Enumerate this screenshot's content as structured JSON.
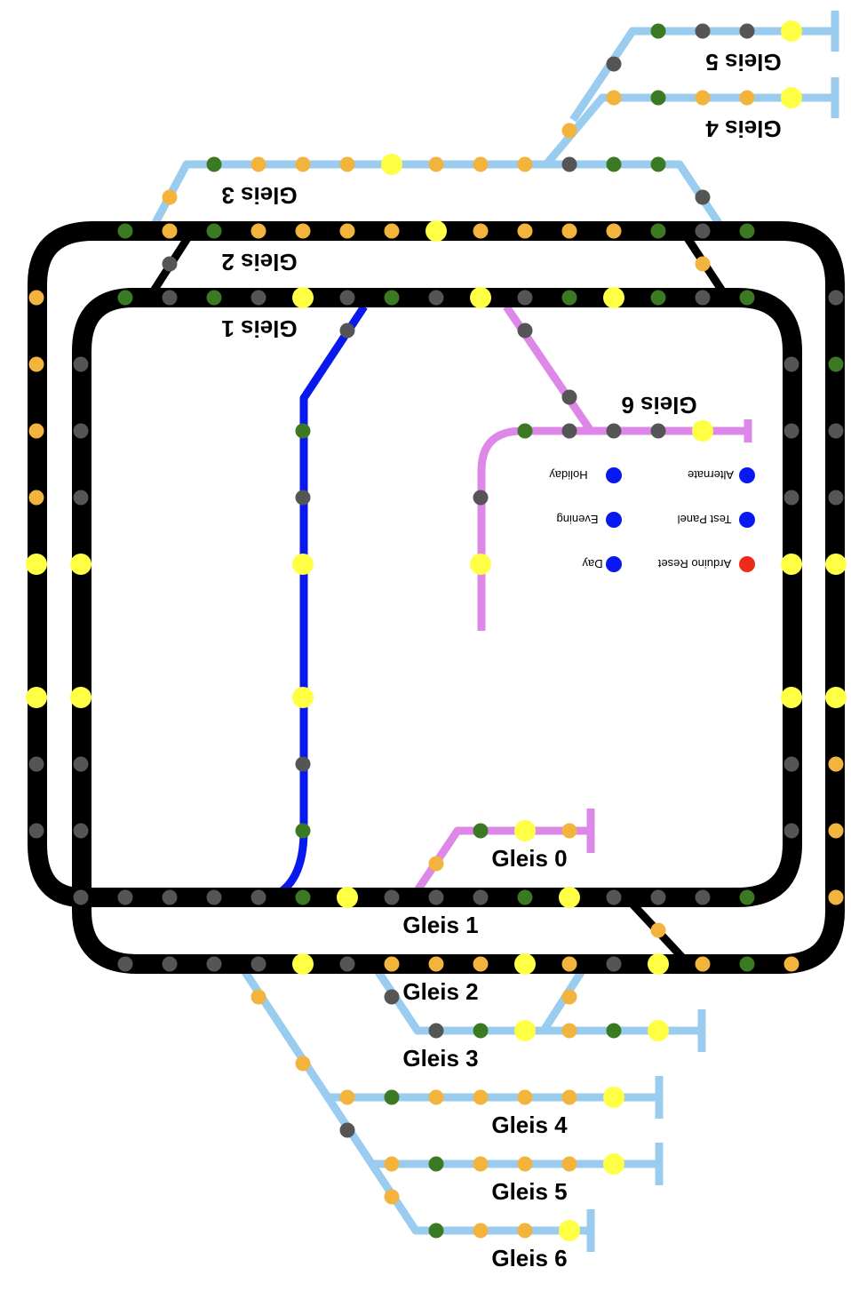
{
  "colors": {
    "mainline": "#000000",
    "siding_light_blue": "#99CCEE",
    "branch_blue": "#0A18F0",
    "branch_violet": "#DD88E8",
    "led_green": "#3B7A22",
    "led_grey": "#555555",
    "led_orange": "#F2B43C",
    "led_yellow": "#FFFF44",
    "button_blue": "#0A18F0",
    "button_red": "#EE2A1A"
  },
  "labels": {
    "bottom_gleis_0": "Gleis 0",
    "bottom_gleis_1": "Gleis 1",
    "bottom_gleis_2": "Gleis 2",
    "bottom_gleis_3": "Gleis 3",
    "bottom_gleis_4": "Gleis 4",
    "bottom_gleis_5": "Gleis 5",
    "bottom_gleis_6": "Gleis 6",
    "top_gleis_1": "Gleis 1",
    "top_gleis_2": "Gleis 2",
    "top_gleis_3": "Gleis 3",
    "top_gleis_4": "Gleis 4",
    "top_gleis_5": "Gleis 5",
    "top_gleis_6": "Gleis 6"
  },
  "buttons": {
    "holiday": "Holiday",
    "alternate": "Alternate",
    "evening": "Evening",
    "test_panel": "Test Panel",
    "day": "Day",
    "arduino_reset": "Arduino Reset"
  }
}
